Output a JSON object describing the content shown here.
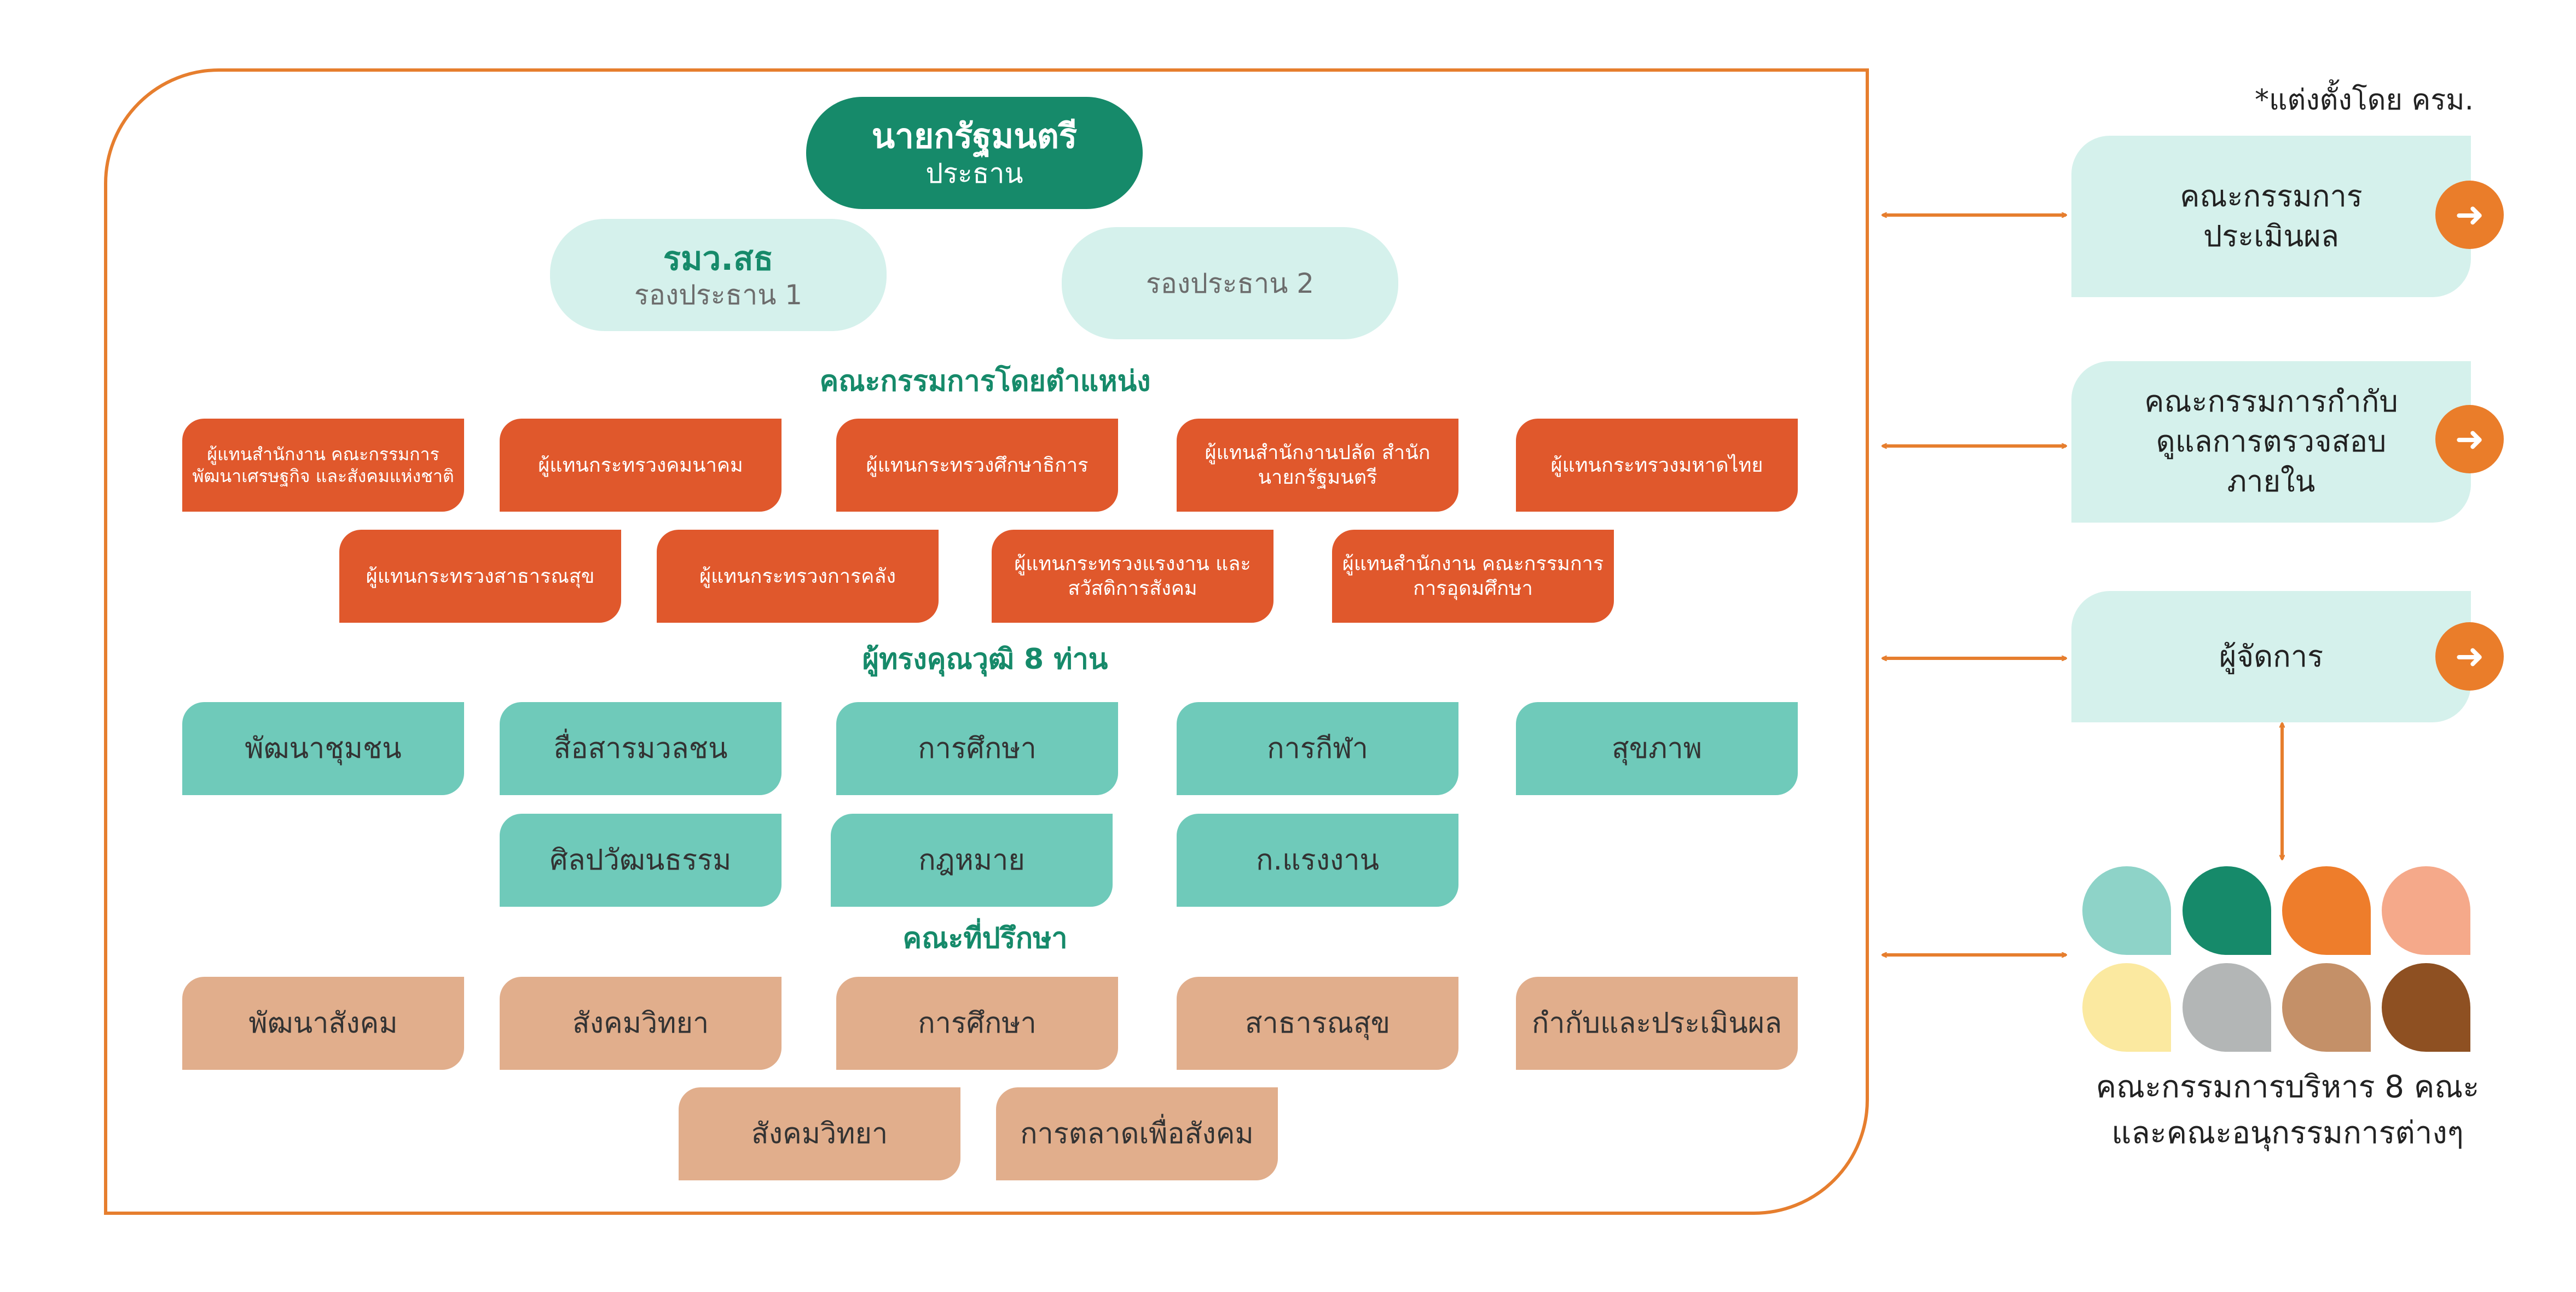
{
  "note": "*แต่งตั้งโดย ครม.",
  "chair": {
    "title": "นายกรัฐมนตรี",
    "role": "ประธาน"
  },
  "vice1": {
    "title": "รมว.สธ",
    "role": "รองประธาน 1"
  },
  "vice2": {
    "role": "รองประธาน 2"
  },
  "sections": {
    "ex_officio": "คณะกรรมการโดยตำแหน่ง",
    "qualified": "ผู้ทรงคุณวุฒิ 8 ท่าน",
    "advisory": "คณะที่ปรึกษา"
  },
  "ex_officio_members": [
    "ผู้แทนสำนักงาน คณะกรรมการพัฒนาเศรษฐกิจ และสังคมแห่งชาติ",
    "ผู้แทนกระทรวงคมนาคม",
    "ผู้แทนกระทรวงศึกษาธิการ",
    "ผู้แทนสำนักงานปลัด สำนักนายกรัฐมนตรี",
    "ผู้แทนกระทรวงมหาดไทย",
    "ผู้แทนกระทรวงสาธารณสุข",
    "ผู้แทนกระทรวงการคลัง",
    "ผู้แทนกระทรวงแรงงาน และสวัสดิการสังคม",
    "ผู้แทนสำนักงาน คณะกรรมการการอุดมศึกษา"
  ],
  "qualified_members": [
    "พัฒนาชุมชน",
    "สื่อสารมวลชน",
    "การศึกษา",
    "การกีฬา",
    "สุขภาพ",
    "ศิลปวัฒนธรรม",
    "กฎหมาย",
    "ก.แรงงาน"
  ],
  "advisory_members": [
    "พัฒนาสังคม",
    "สังคมวิทยา",
    "การศึกษา",
    "สาธารณสุข",
    "กำกับและประเมินผล",
    "สังคมวิทยา",
    "การตลาดเพื่อสังคม"
  ],
  "right_committees": [
    {
      "label": "คณะกรรมการ ประเมินผล"
    },
    {
      "label": "คณะกรรมการกำกับ ดูแลการตรวจสอบ ภายใน"
    },
    {
      "label": "ผู้จัดการ"
    }
  ],
  "arrow_glyph": "➜",
  "tiles_colors": [
    "#8ED3C8",
    "#168A6A",
    "#EE7D2B",
    "#F5A98A",
    "#FBE9A0",
    "#B3B6B6",
    "#C49068",
    "#8E5022"
  ],
  "bottom_text": {
    "line1": "คณะกรรมการบริหาร 8 คณะ",
    "line2": "และคณะอนุกรรมการต่างๆ"
  },
  "colors": {
    "accent": "#E67E2E",
    "primary_green": "#168A6A",
    "light_green": "#D5F1EC",
    "ex_officio": "#E0582C",
    "qualified": "#6FCABA",
    "advisory": "#E1AE8C"
  }
}
